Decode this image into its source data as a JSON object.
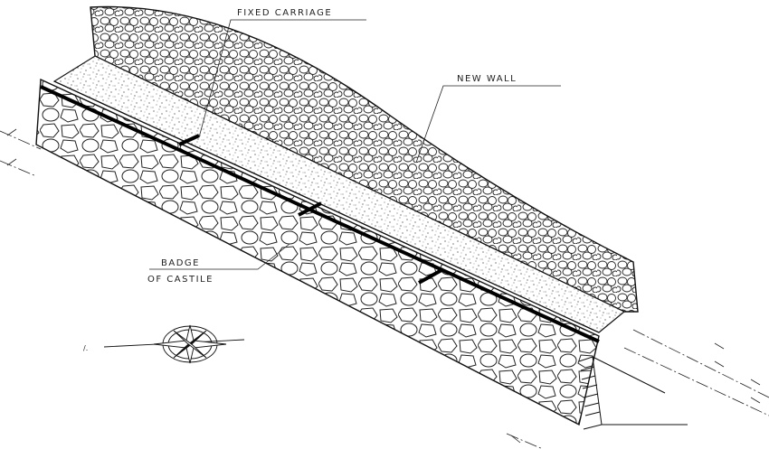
{
  "labels": {
    "fixed_carriage": "FIXED CARRIAGE",
    "new_wall": "NEW WALL",
    "badge_line1": "BADGE",
    "badge_line2": "OF CASTILE"
  },
  "colors": {
    "ink": "#1a1a1a",
    "background": "#ffffff"
  },
  "icons": [
    "compass-rose-icon"
  ]
}
